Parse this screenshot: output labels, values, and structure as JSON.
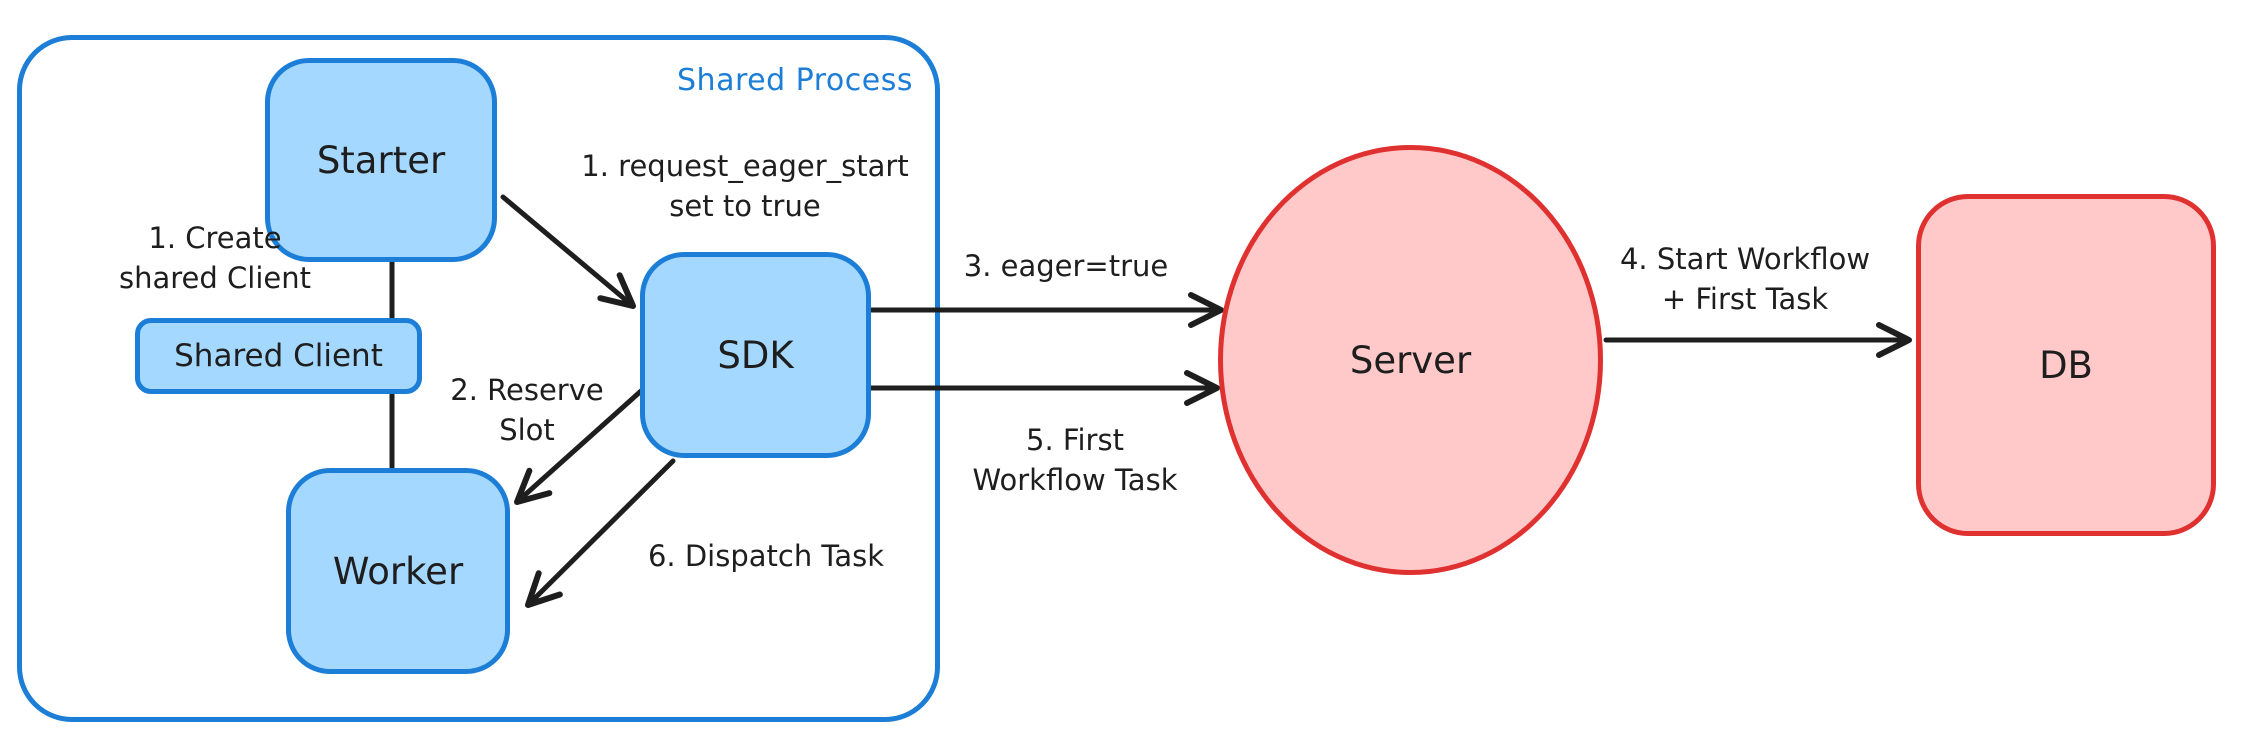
{
  "colors": {
    "blue_stroke": "#1c7ed6",
    "blue_fill": "#a5d8ff",
    "red_stroke": "#e03131",
    "red_fill": "#ffc9c9",
    "arrow": "#1e1e1e",
    "text": "#1e1e1e",
    "background": "#ffffff"
  },
  "container": {
    "label": "Shared Process"
  },
  "nodes": {
    "starter": {
      "label": "Starter"
    },
    "shared_client": {
      "label": "Shared Client"
    },
    "worker": {
      "label": "Worker"
    },
    "sdk": {
      "label": "SDK"
    },
    "server": {
      "label": "Server"
    },
    "db": {
      "label": "DB"
    }
  },
  "annotations": {
    "create_shared_client": {
      "line1": "1. Create",
      "line2": "shared Client"
    },
    "request_eager_start": {
      "line1": "1. request_eager_start",
      "line2": "set to true"
    },
    "reserve_slot": {
      "line1": "2. Reserve",
      "line2": "Slot"
    },
    "eager_true": {
      "line1": "3. eager=true"
    },
    "start_workflow": {
      "line1": "4. Start Workflow",
      "line2": "+ First Task"
    },
    "first_workflow_task": {
      "line1": "5. First",
      "line2": "Workflow Task"
    },
    "dispatch_task": {
      "line1": "6. Dispatch Task"
    }
  }
}
